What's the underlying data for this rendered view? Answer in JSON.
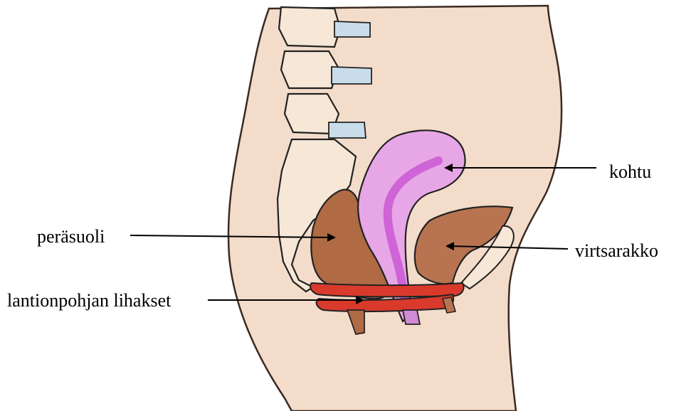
{
  "labels": {
    "uterus": "kohtu",
    "rectum": "peräsuoli",
    "bladder": "virtsarakko",
    "pelvic_floor": "lantionpohjan lihakset"
  },
  "colors": {
    "skin": "#f4dccb",
    "bone": "#f6e7d6",
    "disc": "#c9dcea",
    "uterus": "#e7a7e6",
    "uterus_shade": "#c54ed0",
    "rectum": "#b06a44",
    "bladder": "#b87450",
    "muscle": "#d93a2c",
    "outline": "#222222"
  }
}
